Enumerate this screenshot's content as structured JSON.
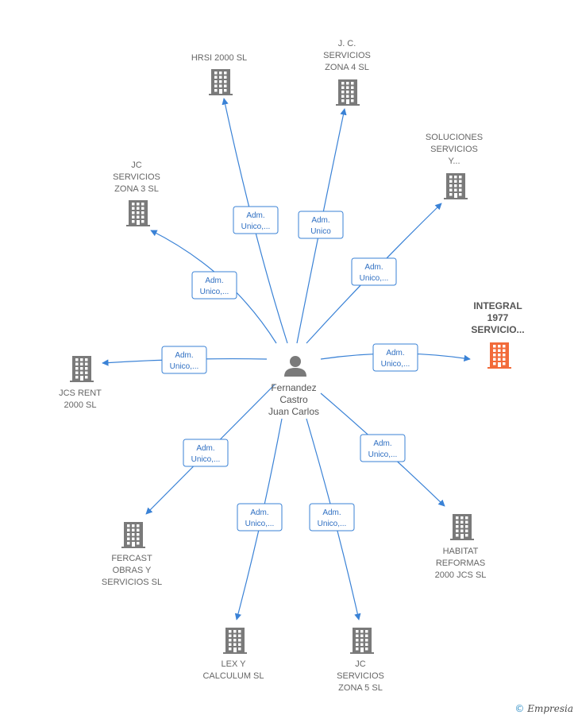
{
  "center": {
    "name_lines": [
      "Fernandez",
      "Castro",
      "Juan Carlos"
    ],
    "icon": "person-icon"
  },
  "companies": [
    {
      "id": "hrsi",
      "lines": [
        "HRSI 2000  SL"
      ],
      "edge": [
        "Adm.",
        "Unico,..."
      ],
      "highlight": false
    },
    {
      "id": "jc-zona4",
      "lines": [
        "J.  C.",
        "SERVICIOS",
        "ZONA 4 SL"
      ],
      "edge": [
        "Adm.",
        "Unico"
      ],
      "highlight": false
    },
    {
      "id": "soluciones",
      "lines": [
        "SOLUCIONES",
        "SERVICIOS",
        "Y..."
      ],
      "edge": [
        "Adm.",
        "Unico,..."
      ],
      "highlight": false
    },
    {
      "id": "jc-zona3",
      "lines": [
        "JC",
        "SERVICIOS",
        "ZONA 3  SL"
      ],
      "edge": [
        "Adm.",
        "Unico,..."
      ],
      "highlight": false
    },
    {
      "id": "integral",
      "lines": [
        "INTEGRAL",
        "1977",
        "SERVICIO..."
      ],
      "edge": [
        "Adm.",
        "Unico,..."
      ],
      "highlight": true
    },
    {
      "id": "jcs-rent",
      "lines": [
        "JCS RENT",
        "2000  SL"
      ],
      "edge": [
        "Adm.",
        "Unico,..."
      ],
      "highlight": false
    },
    {
      "id": "fercast",
      "lines": [
        "FERCAST",
        "OBRAS Y",
        "SERVICIOS  SL"
      ],
      "edge": [
        "Adm.",
        "Unico,..."
      ],
      "highlight": false
    },
    {
      "id": "habitat",
      "lines": [
        "HABITAT",
        "REFORMAS",
        "2000 JCS  SL"
      ],
      "edge": [
        "Adm.",
        "Unico,..."
      ],
      "highlight": false
    },
    {
      "id": "lex",
      "lines": [
        "LEX Y",
        "CALCULUM SL"
      ],
      "edge": [
        "Adm.",
        "Unico,..."
      ],
      "highlight": false
    },
    {
      "id": "jc-zona5",
      "lines": [
        "JC",
        "SERVICIOS",
        "ZONA 5  SL"
      ],
      "edge": [
        "Adm.",
        "Unico,..."
      ],
      "highlight": false
    }
  ],
  "colors": {
    "edge": "#3a82d6",
    "building": "#7a7a7a",
    "highlight": "#f26b3a",
    "person": "#7a7a7a"
  },
  "brand": {
    "copyright": "©",
    "name": "Empresia"
  }
}
